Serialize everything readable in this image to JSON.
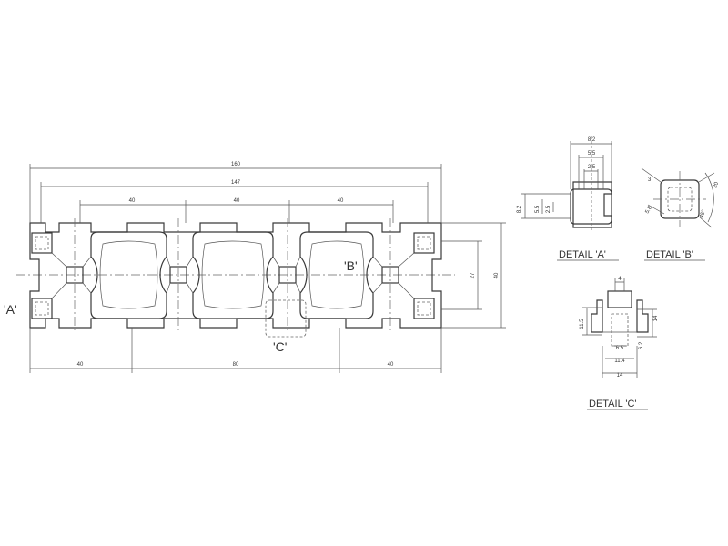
{
  "main_view": {
    "overall_width": "160",
    "inner_width": "147",
    "pitch_1": "40",
    "pitch_2": "40",
    "pitch_3": "40",
    "bottom_left": "40",
    "bottom_mid": "80",
    "bottom_right": "40",
    "height_inner": "27",
    "height_outer": "40",
    "callout_a": "'A'",
    "callout_b": "'B'",
    "callout_c": "'C'"
  },
  "detail_a": {
    "caption": "DETAIL 'A'",
    "d1": "8.2",
    "d2": "5.5",
    "d3": "2.5",
    "d4": "8.2",
    "d5": "5.5",
    "d6": "2.5"
  },
  "detail_b": {
    "caption": "DETAIL 'B'",
    "d1": "3",
    "d2": "20",
    "d3": "45°",
    "d4": "5.8"
  },
  "detail_c": {
    "caption": "DETAIL 'C'",
    "d1": "4",
    "d2": "11.5",
    "d3": "14",
    "d4": "6.5",
    "d5": "6.2",
    "d6": "11.4",
    "d7": "14"
  }
}
